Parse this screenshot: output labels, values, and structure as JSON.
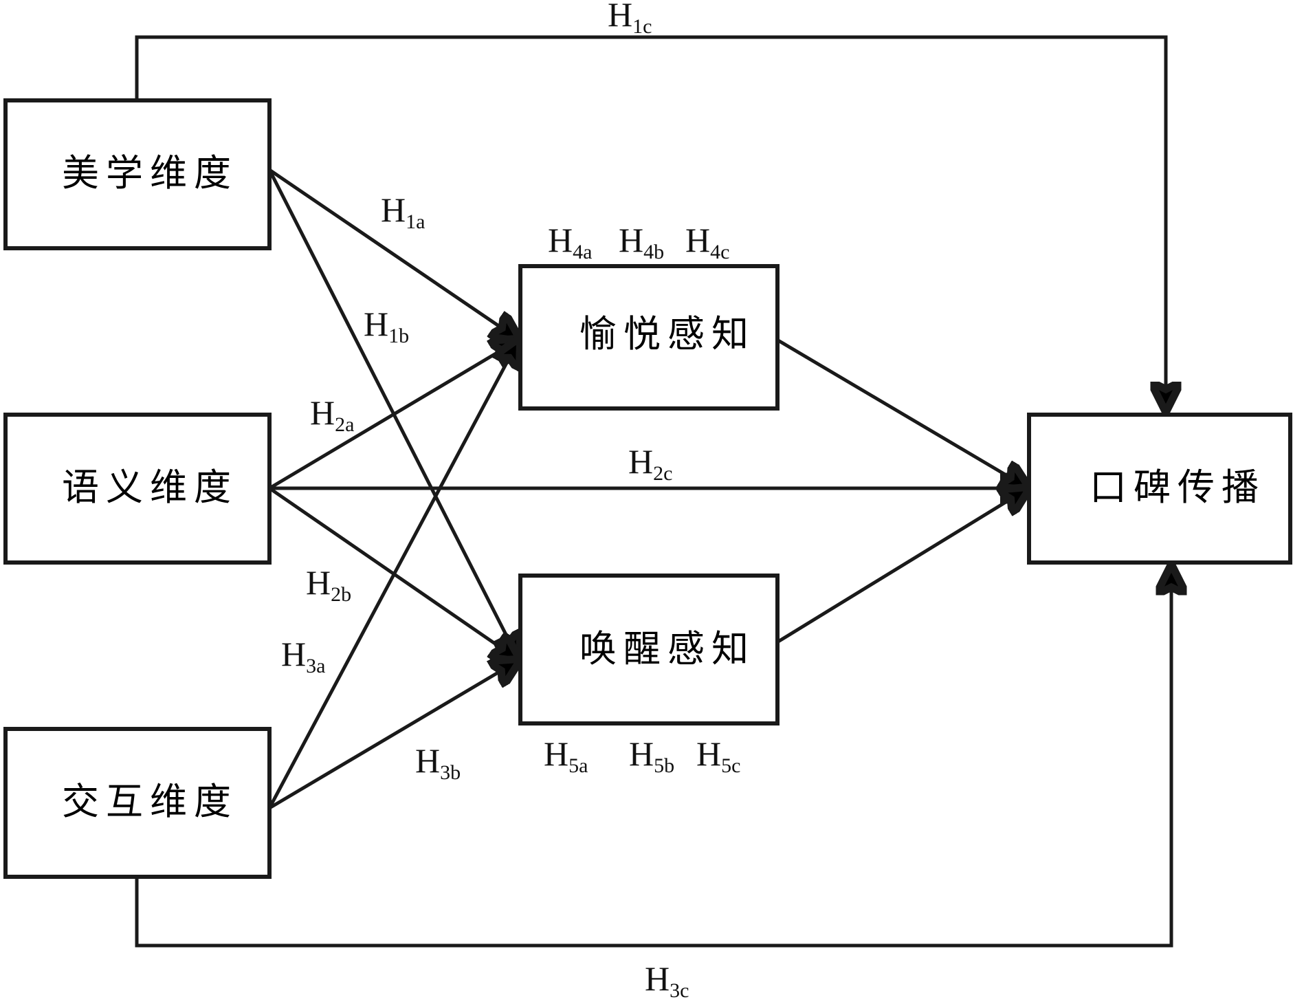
{
  "title": "Research model: perception dimensions → pleasure/arousal → word-of-mouth",
  "colors": {
    "stroke": "#1a1a1a",
    "text": "#000000",
    "background": "#ffffff"
  },
  "nodes": [
    {
      "id": "aesthetic",
      "label": "美学维度",
      "role": "independent"
    },
    {
      "id": "semantic",
      "label": "语义维度",
      "role": "independent"
    },
    {
      "id": "interactive",
      "label": "交互维度",
      "role": "independent"
    },
    {
      "id": "pleasure",
      "label": "愉悦感知",
      "role": "mediator"
    },
    {
      "id": "arousal",
      "label": "唤醒感知",
      "role": "mediator"
    },
    {
      "id": "wom",
      "label": "口碑传播",
      "role": "dependent"
    }
  ],
  "edges": [
    {
      "id": "H1a",
      "from": "aesthetic",
      "to": "pleasure"
    },
    {
      "id": "H1b",
      "from": "aesthetic",
      "to": "arousal"
    },
    {
      "id": "H1c",
      "from": "aesthetic",
      "to": "wom"
    },
    {
      "id": "H2a",
      "from": "semantic",
      "to": "pleasure"
    },
    {
      "id": "H2b",
      "from": "semantic",
      "to": "arousal"
    },
    {
      "id": "H2c",
      "from": "semantic",
      "to": "wom"
    },
    {
      "id": "H3a",
      "from": "interactive",
      "to": "pleasure"
    },
    {
      "id": "H3b",
      "from": "interactive",
      "to": "arousal"
    },
    {
      "id": "H3c",
      "from": "interactive",
      "to": "wom"
    },
    {
      "id": "pleasure-wom",
      "from": "pleasure",
      "to": "wom"
    },
    {
      "id": "arousal-wom",
      "from": "arousal",
      "to": "wom"
    }
  ],
  "labels": {
    "H1a": {
      "main": "H",
      "sub": "1a"
    },
    "H1b": {
      "main": "H",
      "sub": "1b"
    },
    "H1c": {
      "main": "H",
      "sub": "1c"
    },
    "H2a": {
      "main": "H",
      "sub": "2a"
    },
    "H2b": {
      "main": "H",
      "sub": "2b"
    },
    "H2c": {
      "main": "H",
      "sub": "2c"
    },
    "H3a": {
      "main": "H",
      "sub": "3a"
    },
    "H3b": {
      "main": "H",
      "sub": "3b"
    },
    "H3c": {
      "main": "H",
      "sub": "3c"
    },
    "H4a": {
      "main": "H",
      "sub": "4a"
    },
    "H4b": {
      "main": "H",
      "sub": "4b"
    },
    "H4c": {
      "main": "H",
      "sub": "4c"
    },
    "H5a": {
      "main": "H",
      "sub": "5a"
    },
    "H5b": {
      "main": "H",
      "sub": "5b"
    },
    "H5c": {
      "main": "H",
      "sub": "5c"
    }
  }
}
